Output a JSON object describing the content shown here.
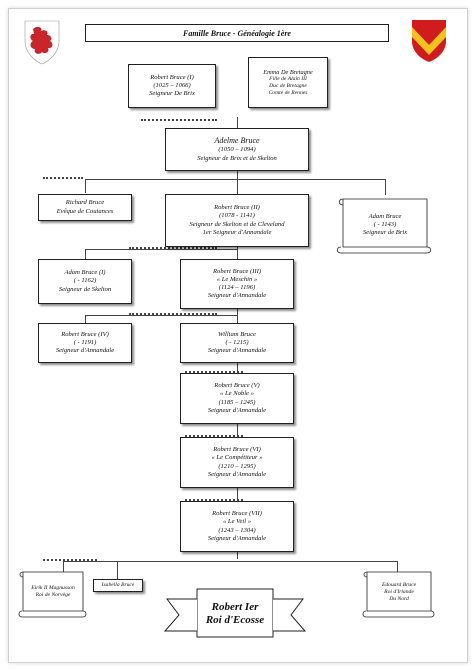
{
  "title": "Famille Bruce - Généalogie 1ère",
  "colors": {
    "crest_left_red": "#c8262b",
    "crest_right_red": "#d01c1c",
    "crest_right_gold": "#f3c21b"
  },
  "persons": {
    "robert1": [
      "Robert Bruce (I)",
      "(1025 – 1066)",
      "Seigneur De Brix"
    ],
    "emma": [
      "Emma De Bretagne",
      "Fille de Alain III",
      "Duc de Bretagne",
      "Comte de Rennes"
    ],
    "adelme": [
      "Adelme Bruce",
      "(1050 – 1094)",
      "Seigneur de Brix et de Skelton"
    ],
    "richard": [
      "Richard Bruce",
      "Evêque de Coutances"
    ],
    "robert2": [
      "Robert Bruce (II)",
      "(1078 - 1141)",
      "Seigneur de Skelton et de Cleveland",
      "1er Seigneur d'Annandale"
    ],
    "adam_scroll": [
      "Adam Bruce",
      "( - 1143)",
      "Seigneur de Brix"
    ],
    "adam1": [
      "Adam Bruce (I)",
      "( - 1162)",
      "Seigneur de Skelton"
    ],
    "robert3": [
      "Robert Bruce (III)",
      "« Le Meschin »",
      "(1124 – 1196)",
      "Seigneur d'Annandale"
    ],
    "robert4": [
      "Robert Bruce (IV)",
      "( - 1191)",
      "Seigneur d'Annandale"
    ],
    "william": [
      "William Bruce",
      "( - 1215)",
      "Seigneur d'Annandale"
    ],
    "robert5": [
      "Robert Bruce (V)",
      "« Le Noble »",
      "(1185 – 1245)",
      "Seigneur d'Annandale"
    ],
    "robert6": [
      "Robert Bruce (VI)",
      "« Le Compétiteur »",
      "(1210 – 1295)",
      "Seigneur d'Annandale"
    ],
    "robert7": [
      "Robert Bruce (VII)",
      "« Le Veil »",
      "(1243 – 1304)",
      "Seigneur d'Annandale"
    ],
    "eirik": [
      "Eirik II Magnusson",
      "Roi de Norvège"
    ],
    "isabella": [
      "Isabella Bruce"
    ],
    "edouard": [
      "Edouard Bruce",
      "Roi d'Irlande",
      "Du Nord"
    ],
    "king": [
      "Robert Ier",
      "Roi d'Ecosse"
    ]
  }
}
